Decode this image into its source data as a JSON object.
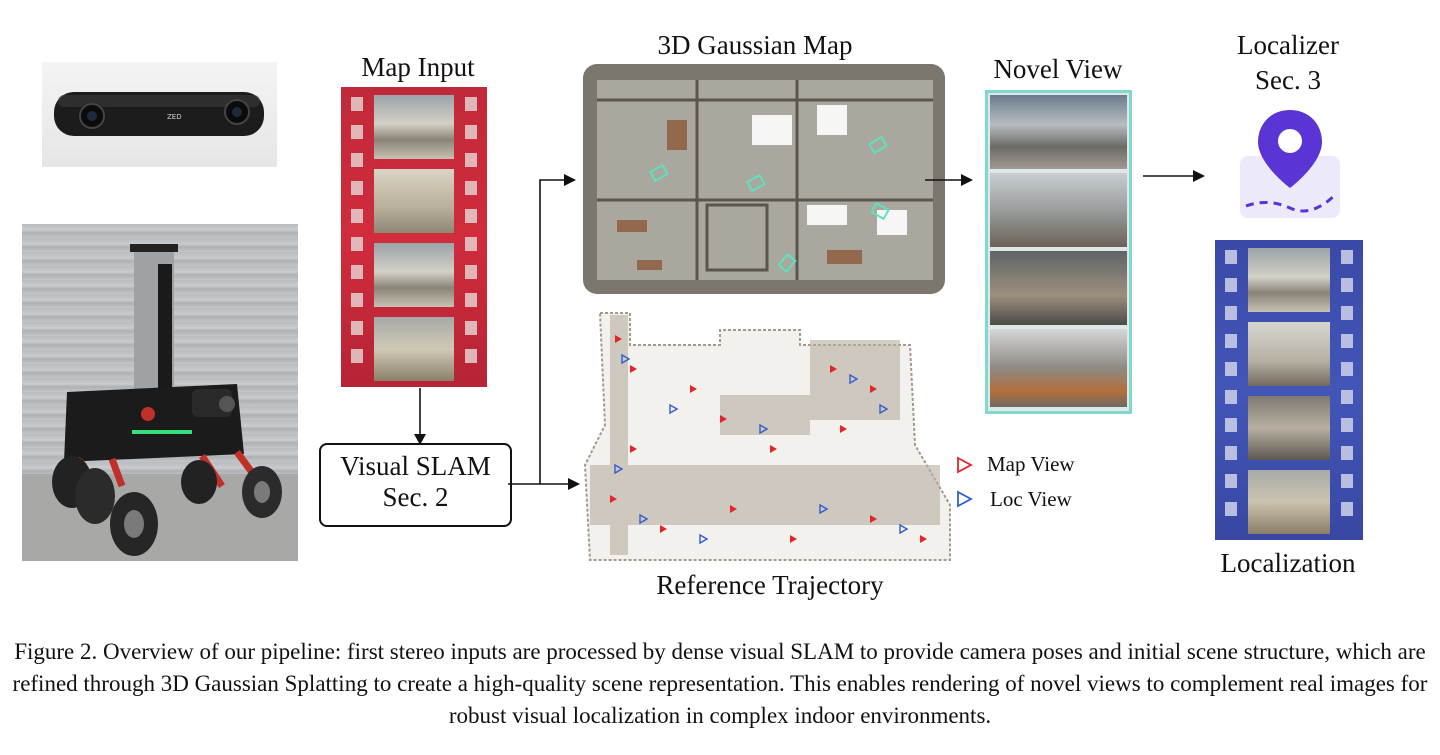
{
  "labels": {
    "map_input": "Map Input",
    "gaussian_map": "3D Gaussian Map",
    "novel_view": "Novel View",
    "localizer_line1": "Localizer",
    "localizer_line2": "Sec. 3",
    "visual_slam_line1": "Visual SLAM",
    "visual_slam_line2": "Sec. 2",
    "reference_trajectory": "Reference Trajectory",
    "localization": "Localization",
    "zed_logo": "ZED"
  },
  "legend": {
    "map_view": "Map View",
    "loc_view": "Loc View",
    "map_view_color": "#e0262b",
    "loc_view_color": "#2f5fd0"
  },
  "colors": {
    "map_input_film": "#c8283a",
    "novel_view_border": "#7fd9cc",
    "localization_film": "#3e4fae",
    "pin": "#5b34d6",
    "pin_bg": "#ece9fb"
  },
  "icons": [
    "zed-camera",
    "robot",
    "location-pin-icon",
    "arrow-icon"
  ],
  "caption": "Figure 2. Overview of our pipeline: first stereo inputs are processed by dense visual SLAM to provide camera poses and initial scene structure, which are refined through 3D Gaussian Splatting to create a high-quality scene representation. This enables rendering of novel views to complement real images for robust visual localization in complex indoor environments."
}
